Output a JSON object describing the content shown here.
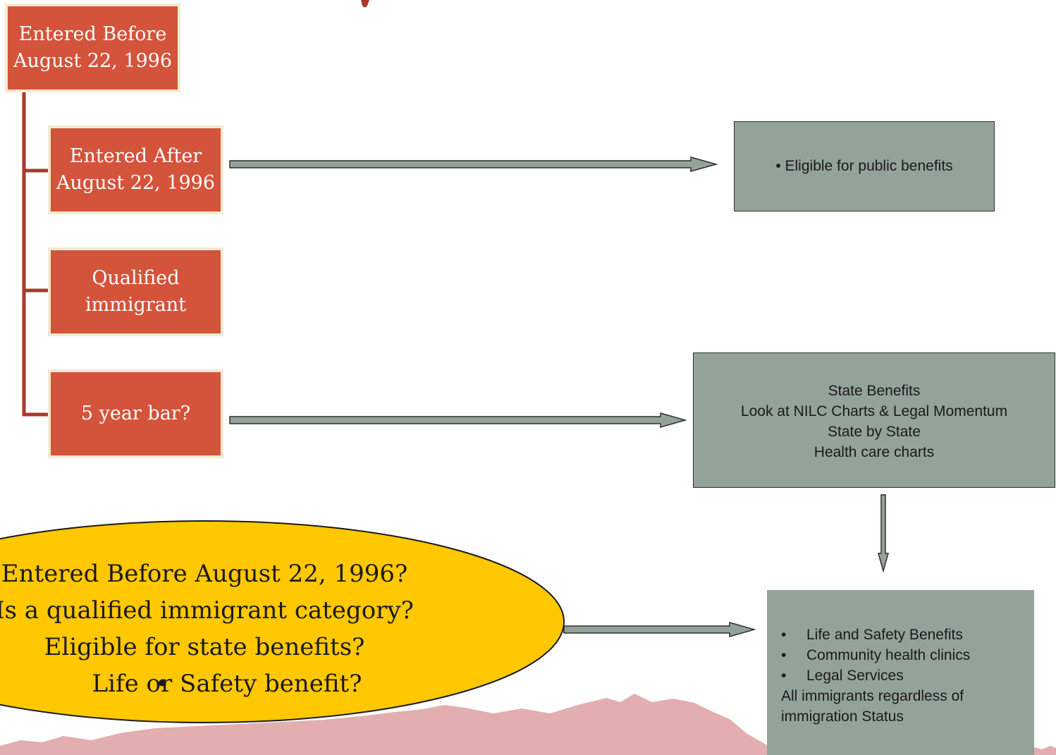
{
  "boxes": {
    "entered_before": [
      "Entered Before",
      "August 22, 1996"
    ],
    "entered_after": [
      "Entered After",
      "August 22, 1996"
    ],
    "qualified": [
      "Qualified",
      "immigrant"
    ],
    "five_year": [
      "5 year bar?"
    ]
  },
  "right_boxes": {
    "eligible": "• Eligible for public benefits",
    "state": [
      "State Benefits",
      "Look at NILC Charts & Legal Momentum",
      "State by State",
      "Health care charts"
    ],
    "life": {
      "items": [
        "Life and Safety Benefits",
        "Community health clinics",
        "Legal Services"
      ],
      "footer": [
        "All immigrants regardless of",
        "immigration Status"
      ]
    }
  },
  "oval": {
    "lines": [
      "Entered Before August 22, 1996?",
      "Is a qualified immigrant category?",
      "Eligible for state benefits?"
    ],
    "bullet": "Life or Safety benefit?",
    "bullet_mark": "•"
  },
  "colors": {
    "red_box": "#d4533b",
    "gray_box": "#94a397",
    "connector": "#a8392c",
    "oval": "#ffc800",
    "hills": "#e2aeaf"
  }
}
